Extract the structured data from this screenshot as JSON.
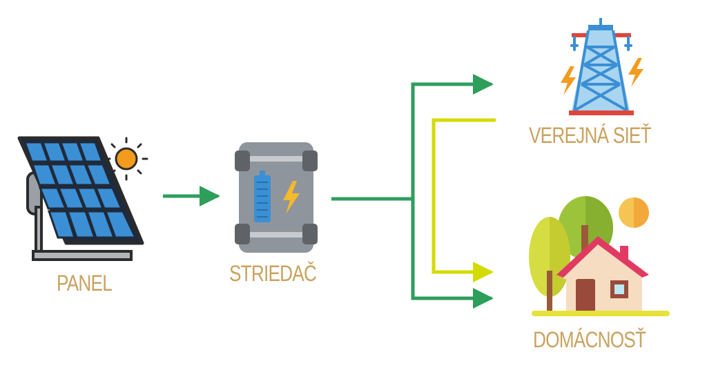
{
  "nodes": {
    "panel": {
      "label": "PANEL",
      "icon": "solar-panel-icon"
    },
    "inverter": {
      "label": "STRIEDAČ",
      "icon": "inverter-icon"
    },
    "grid": {
      "label": "VEREJNÁ SIEŤ",
      "icon": "power-tower-icon"
    },
    "home": {
      "label": "DOMÁCNOSŤ",
      "icon": "house-icon"
    }
  },
  "colors": {
    "label": "#c9a25f",
    "flow_green": "#2e9e5b",
    "flow_yellow": "#d4db00"
  }
}
